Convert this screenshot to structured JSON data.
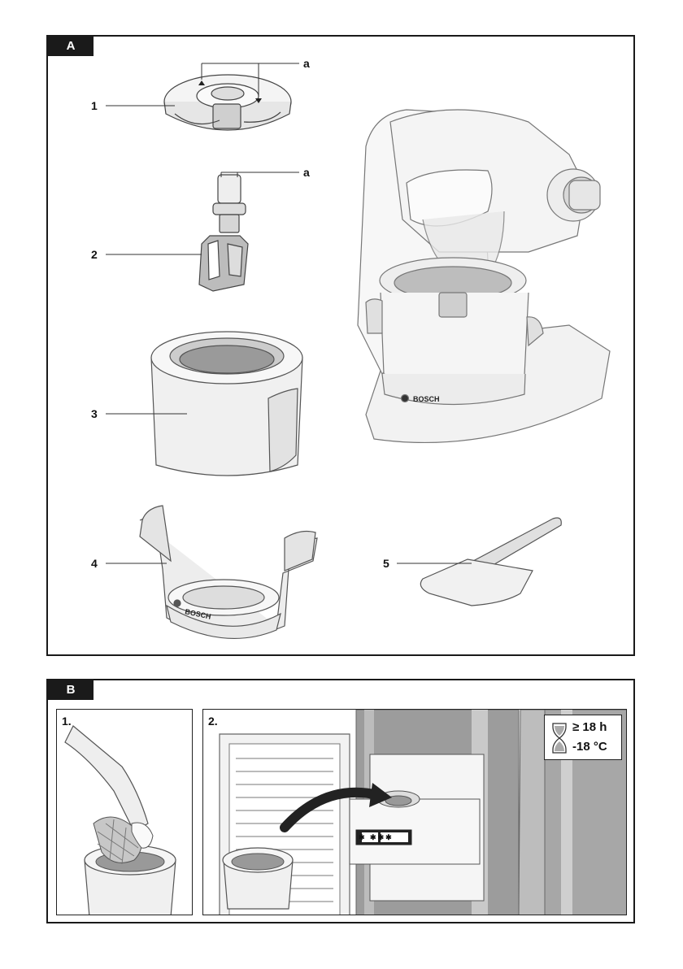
{
  "panelA": {
    "tag": "A",
    "parts": [
      {
        "number": "1",
        "letter": "a",
        "icon": "lid-icon"
      },
      {
        "number": "2",
        "letter": "a",
        "icon": "paddle-icon"
      },
      {
        "number": "3",
        "icon": "freezer-bowl-icon"
      },
      {
        "number": "4",
        "brand": "BOSCH",
        "icon": "bowl-holder-icon"
      },
      {
        "number": "5",
        "icon": "spatula-icon"
      }
    ],
    "machine_brand": "BOSCH"
  },
  "panelB": {
    "tag": "B",
    "steps": [
      {
        "label": "1.",
        "icon": "hand-wipe-bowl-icon"
      },
      {
        "label": "2.",
        "icon": "freezer-icon"
      }
    ],
    "time_line": "≥ 18 h",
    "temp_line": "-18 °C",
    "freezer_stars": "✱ ✱✱✱"
  }
}
